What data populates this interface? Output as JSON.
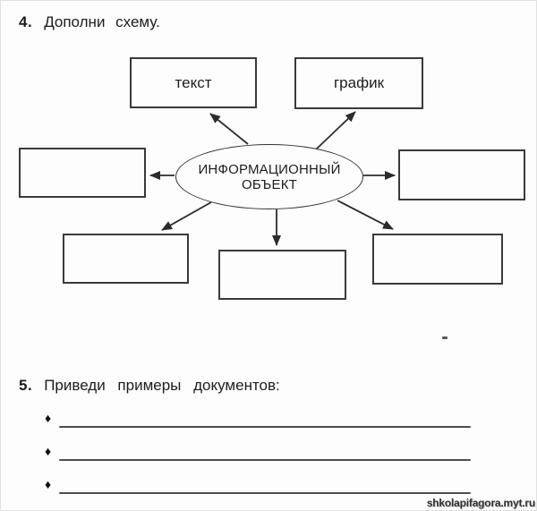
{
  "task4": {
    "number": "4.",
    "title": "Дополни схему."
  },
  "diagram": {
    "center_line1": "ИНФОРМАЦИОННЫЙ",
    "center_line2": "ОБЪЕКТ",
    "boxes": [
      {
        "id": "top-left",
        "label": "текст"
      },
      {
        "id": "top-right",
        "label": "график"
      },
      {
        "id": "mid-left",
        "label": ""
      },
      {
        "id": "mid-right",
        "label": ""
      },
      {
        "id": "bottom-left",
        "label": ""
      },
      {
        "id": "bottom-center",
        "label": ""
      },
      {
        "id": "bottom-right",
        "label": ""
      }
    ],
    "empty_box_count": 5,
    "arrow_count": 7
  },
  "task5": {
    "number": "5.",
    "title": "Приведи примеры документов:",
    "bullet_glyph": "♦",
    "blank_line_count": 3
  },
  "watermark": "shkolapifagora.myt.ru",
  "colors": {
    "ink": "#1c1c1c",
    "border": "#3a3a3a",
    "blank_line": "#4d4d4d",
    "background": "#fdfdfd"
  }
}
